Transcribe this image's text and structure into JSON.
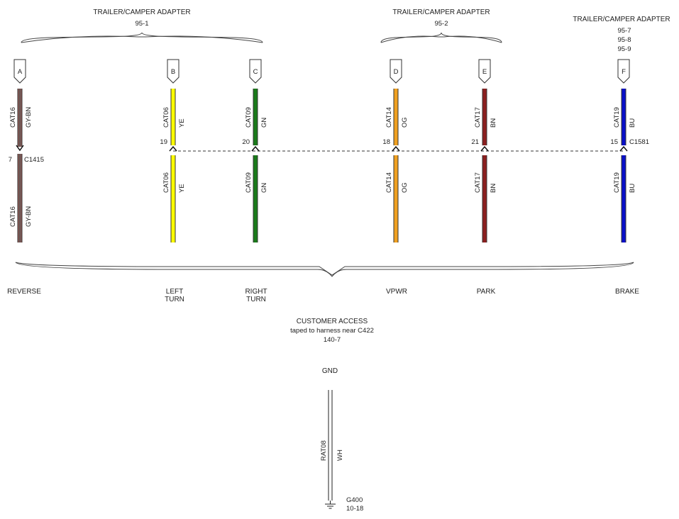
{
  "top_groups": [
    {
      "title": "TRAILER/CAMPER ADAPTER",
      "refs": [
        "95-1"
      ]
    },
    {
      "title": "TRAILER/CAMPER ADAPTER",
      "refs": [
        "95-2"
      ]
    },
    {
      "title": "TRAILER/CAMPER ADAPTER",
      "refs": [
        "95-7",
        "95-8",
        "95-9"
      ]
    }
  ],
  "connector_mid": "C1581",
  "connector_reverse": "C1415",
  "colors": {
    "GY-BN": "#8a5b56",
    "YE": "#ffff00",
    "GN": "#1a7a1a",
    "OG": "#f0a020",
    "BN": "#8b1f1f",
    "BU": "#0a10c8",
    "WH": "#ffffff"
  },
  "circuits": [
    {
      "pin": "A",
      "cat": "CAT16",
      "wire_color": "GY-BN",
      "pin_num": "7",
      "func": [
        "REVERSE"
      ]
    },
    {
      "pin": "B",
      "cat": "CAT06",
      "wire_color": "YE",
      "pin_num": "19",
      "func": [
        "LEFT",
        "TURN"
      ]
    },
    {
      "pin": "C",
      "cat": "CAT09",
      "wire_color": "GN",
      "pin_num": "20",
      "func": [
        "RIGHT",
        "TURN"
      ]
    },
    {
      "pin": "D",
      "cat": "CAT14",
      "wire_color": "OG",
      "pin_num": "18",
      "func": [
        "VPWR"
      ]
    },
    {
      "pin": "E",
      "cat": "CAT17",
      "wire_color": "BN",
      "pin_num": "21",
      "func": [
        "PARK"
      ]
    },
    {
      "pin": "F",
      "cat": "CAT19",
      "wire_color": "BU",
      "pin_num": "15",
      "func": [
        "BRAKE"
      ]
    }
  ],
  "customer_access": {
    "title": "CUSTOMER ACCESS",
    "note": "taped to harness near C422",
    "ref": "140-7"
  },
  "ground": {
    "label": "GND",
    "cat": "RAT08",
    "wire_color": "WH",
    "point": "G400",
    "ref": "10-18"
  }
}
